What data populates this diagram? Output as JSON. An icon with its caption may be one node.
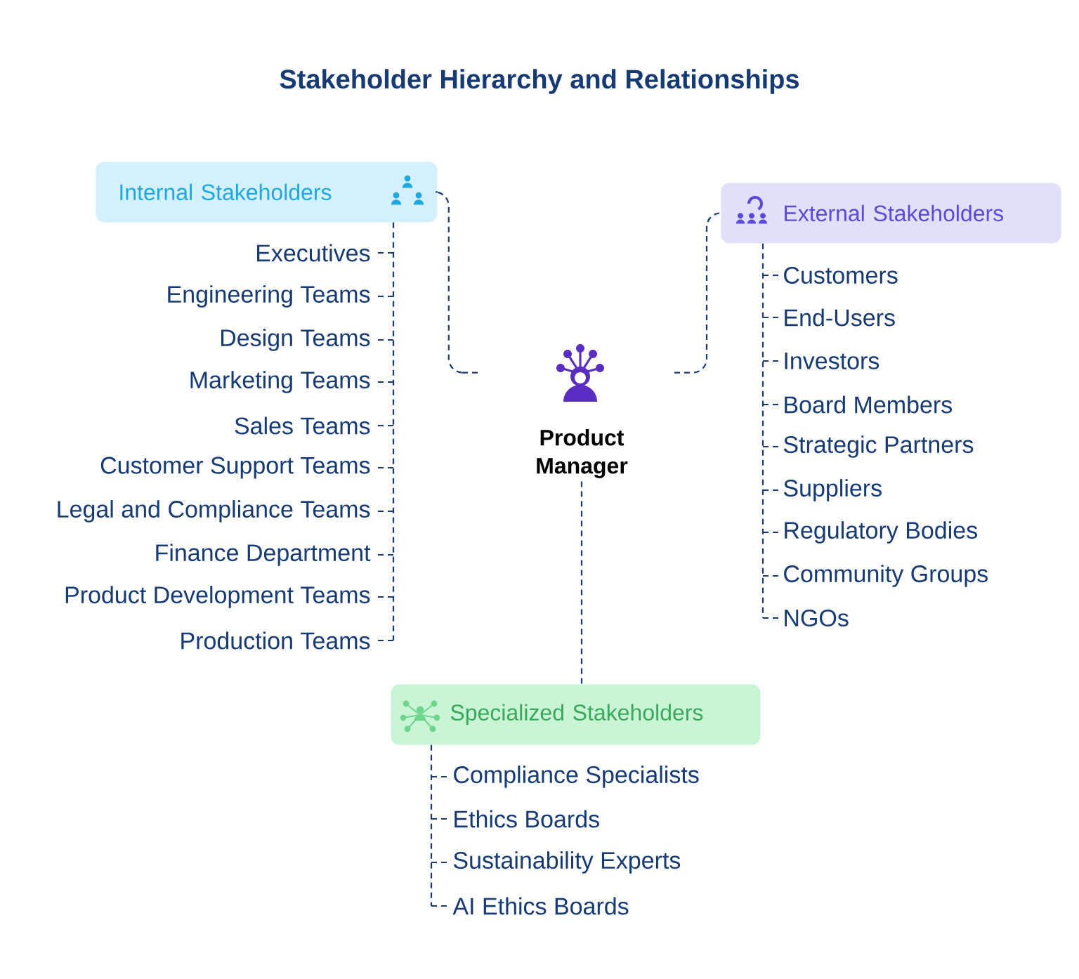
{
  "diagram": {
    "title": "Stakeholder Hierarchy and Relationships",
    "nodes": [
      {
        "text": [
          "Product Manager"
        ]
      },
      {
        "text": [
          "Internal Stakeholders"
        ]
      },
      {
        "text": [
          "Executives"
        ]
      },
      {
        "text": [
          "Engineering Teams"
        ]
      },
      {
        "text": [
          "Design Teams"
        ]
      },
      {
        "text": [
          "Marketing Teams"
        ]
      },
      {
        "text": [
          "Sales Teams"
        ]
      },
      {
        "text": [
          "Customer Support Teams"
        ]
      },
      {
        "text": [
          "Legal and Compliance Teams"
        ]
      },
      {
        "text": [
          "Finance Department"
        ]
      },
      {
        "text": [
          "Product Development Teams"
        ]
      },
      {
        "text": [
          "Production Teams"
        ]
      },
      {
        "text": [
          "External Stakeholders"
        ]
      },
      {
        "text": [
          "Customers"
        ]
      },
      {
        "text": [
          "End-Users"
        ]
      },
      {
        "text": [
          "Investors"
        ]
      },
      {
        "text": [
          "Board Members"
        ]
      },
      {
        "text": [
          "Strategic Partners"
        ]
      },
      {
        "text": [
          "Suppliers"
        ]
      },
      {
        "text": [
          "Regulatory Bodies"
        ]
      },
      {
        "text": [
          "Community Groups"
        ]
      },
      {
        "text": [
          "NGOs"
        ]
      },
      {
        "text": [
          "Specialized Stakeholders"
        ]
      },
      {
        "text": [
          "Compliance Specialists"
        ]
      },
      {
        "text": [
          "Ethics Boards"
        ]
      },
      {
        "text": [
          "Sustainability Experts"
        ]
      },
      {
        "text": [
          "AI Ethics Boards"
        ]
      }
    ],
    "edges": [
      {
        "from": 0,
        "to": 1,
        "arrow": "none",
        "style": "dashed"
      },
      {
        "from": 0,
        "to": 12,
        "arrow": "none",
        "style": "dashed"
      },
      {
        "from": 0,
        "to": 22,
        "arrow": "none",
        "style": "dashed"
      },
      {
        "from": 1,
        "to": 2,
        "arrow": "none",
        "style": "dashed"
      },
      {
        "from": 1,
        "to": 3,
        "arrow": "none",
        "style": "dashed"
      },
      {
        "from": 1,
        "to": 4,
        "arrow": "none",
        "style": "dashed"
      },
      {
        "from": 1,
        "to": 5,
        "arrow": "none",
        "style": "dashed"
      },
      {
        "from": 1,
        "to": 6,
        "arrow": "none",
        "style": "dashed"
      },
      {
        "from": 1,
        "to": 7,
        "arrow": "none",
        "style": "dashed"
      },
      {
        "from": 1,
        "to": 8,
        "arrow": "none",
        "style": "dashed"
      },
      {
        "from": 1,
        "to": 9,
        "arrow": "none",
        "style": "dashed"
      },
      {
        "from": 1,
        "to": 10,
        "arrow": "none",
        "style": "dashed"
      },
      {
        "from": 1,
        "to": 11,
        "arrow": "none",
        "style": "dashed"
      },
      {
        "from": 12,
        "to": 13,
        "arrow": "none",
        "style": "dashed"
      },
      {
        "from": 12,
        "to": 14,
        "arrow": "none",
        "style": "dashed"
      },
      {
        "from": 12,
        "to": 15,
        "arrow": "none",
        "style": "dashed"
      },
      {
        "from": 12,
        "to": 16,
        "arrow": "none",
        "style": "dashed"
      },
      {
        "from": 12,
        "to": 17,
        "arrow": "none",
        "style": "dashed"
      },
      {
        "from": 12,
        "to": 18,
        "arrow": "none",
        "style": "dashed"
      },
      {
        "from": 12,
        "to": 19,
        "arrow": "none",
        "style": "dashed"
      },
      {
        "from": 12,
        "to": 20,
        "arrow": "none",
        "style": "dashed"
      },
      {
        "from": 12,
        "to": 21,
        "arrow": "none",
        "style": "dashed"
      },
      {
        "from": 22,
        "to": 23,
        "arrow": "none",
        "style": "dashed"
      },
      {
        "from": 22,
        "to": 24,
        "arrow": "none",
        "style": "dashed"
      },
      {
        "from": 22,
        "to": 25,
        "arrow": "none",
        "style": "dashed"
      },
      {
        "from": 22,
        "to": 26,
        "arrow": "none",
        "style": "dashed"
      }
    ]
  }
}
